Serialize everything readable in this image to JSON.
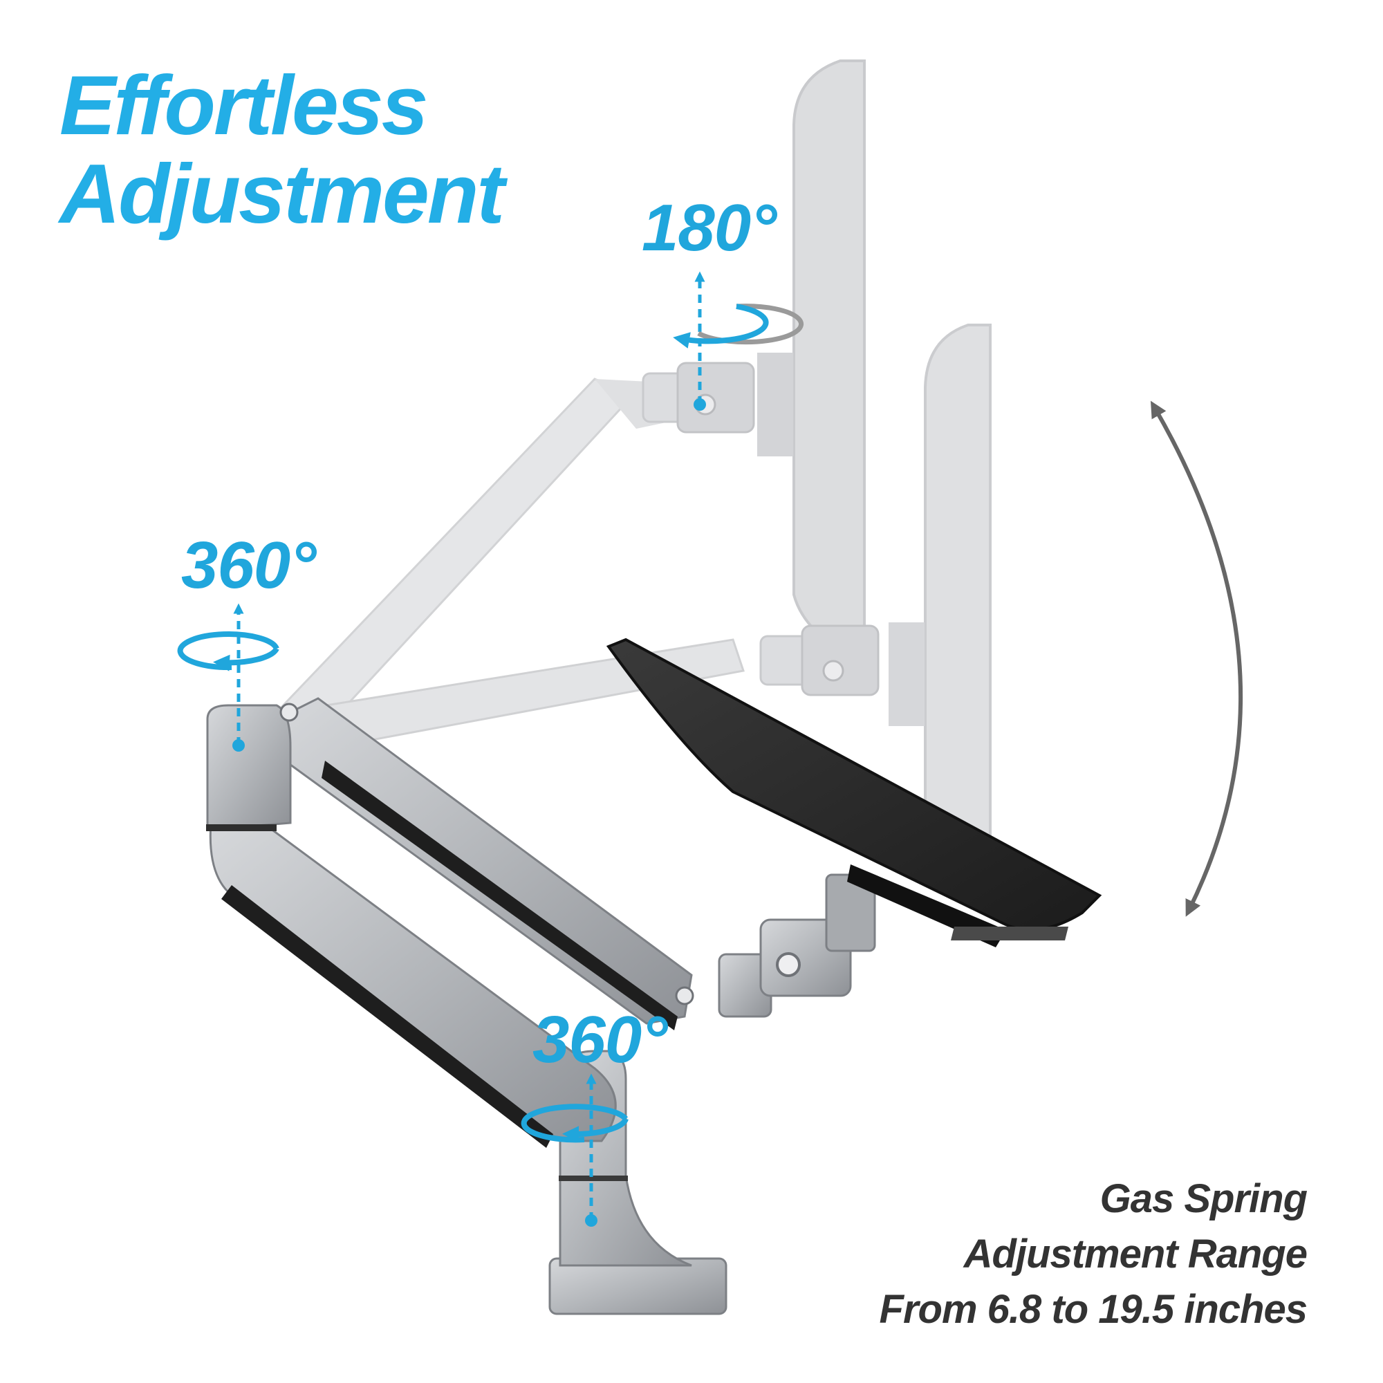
{
  "headline": {
    "line1": "Effortless",
    "line2": "Adjustment"
  },
  "rotation_labels": {
    "top": "180°",
    "middle": "360°",
    "base": "360°"
  },
  "caption": {
    "line1": "Gas Spring",
    "line2": "Adjustment Range",
    "line3": "From 6.8 to 19.5 inches"
  },
  "colors": {
    "accent_blue": "#20a6dc",
    "caption_gray": "#333333",
    "arm_silver": "#b9bcc0",
    "arm_ghost": "#e3e4e6",
    "monitor_dark": "#2a2a2a",
    "monitor_ghost": "#d7d8da",
    "range_arrow": "#666666"
  },
  "icons": {
    "rotation": "rotation-arrow-icon",
    "range": "double-headed-arc-arrow-icon"
  }
}
